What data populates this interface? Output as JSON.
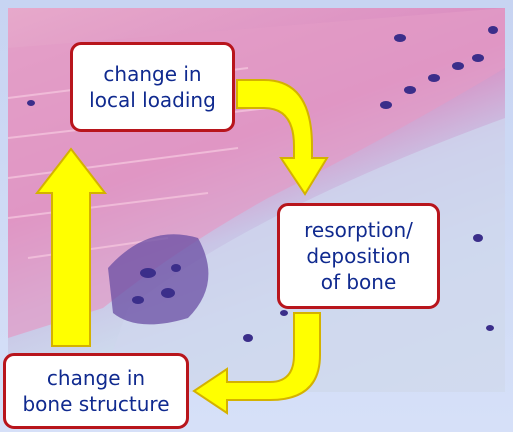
{
  "nodes": {
    "loading": {
      "line1": "change in",
      "line2": "local loading"
    },
    "resorption": {
      "line1": "resorption/",
      "line2": "deposition",
      "line3": "of bone"
    },
    "structure": {
      "line1": "change in",
      "line2": "bone structure"
    }
  },
  "colors": {
    "box_border": "#b8151c",
    "box_text": "#102a8f",
    "arrow_fill": "#ffff00",
    "arrow_stroke": "#d4b200",
    "background": "#cdd8f4"
  }
}
